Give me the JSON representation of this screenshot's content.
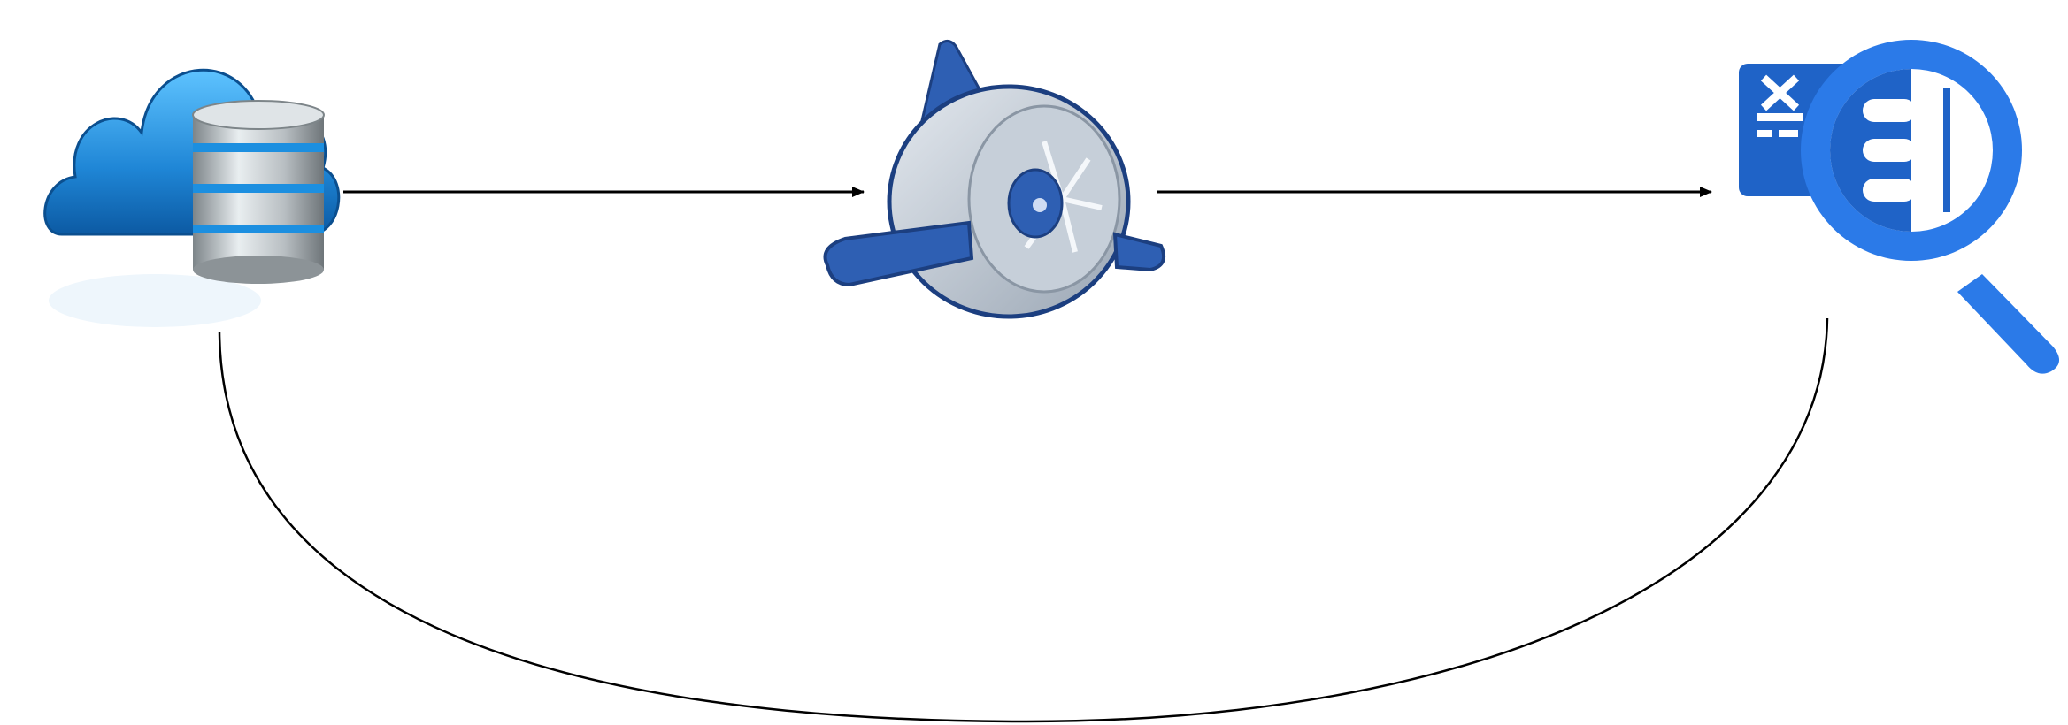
{
  "diagram": {
    "nodes": [
      {
        "id": "cloud-database",
        "icon": "cloud-database-icon"
      },
      {
        "id": "app-engine",
        "icon": "app-engine-icon"
      },
      {
        "id": "data-search",
        "icon": "spreadsheet-search-icon"
      }
    ],
    "edges": [
      {
        "from": "cloud-database",
        "to": "app-engine",
        "style": "arrow"
      },
      {
        "from": "app-engine",
        "to": "data-search",
        "style": "arrow"
      },
      {
        "from": "data-search",
        "to": "cloud-database",
        "style": "curve"
      }
    ],
    "colors": {
      "line": "#000000",
      "cloud_blue": "#1f86d6",
      "engine_blue": "#2e5fb3",
      "engine_gray": "#b9c3cf",
      "search_blue": "#2b7ae8",
      "sheet_blue": "#1f63c7"
    }
  }
}
